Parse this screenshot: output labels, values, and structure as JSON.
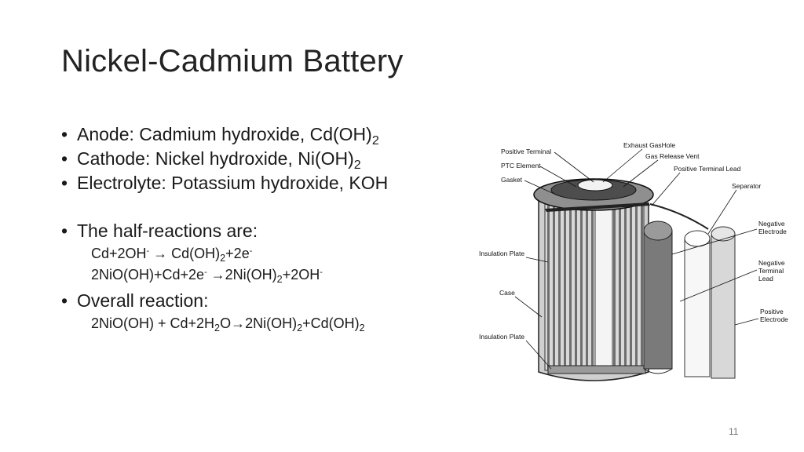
{
  "slide": {
    "title": "Nickel-Cadmium Battery",
    "page_number": "11"
  },
  "bullets": {
    "anode": {
      "text": "Anode: Cadmium hydroxide, Cd(OH)",
      "sub": "2"
    },
    "cathode": {
      "text": "Cathode: Nickel hydroxide, Ni(OH)",
      "sub": "2"
    },
    "electrolyte": {
      "text": "Electrolyte: Potassium hydroxide, KOH"
    },
    "half_reactions": {
      "text": "The half-reactions are:"
    },
    "overall": {
      "text": "Overall reaction:"
    }
  },
  "reactions": {
    "r1": {
      "a": "Cd+2OH",
      "sup1": "-",
      "b": " → Cd(OH)",
      "sub1": "2",
      "c": "+2e",
      "sup2": "-"
    },
    "r2": {
      "a": "2NiO(OH)+Cd+2e",
      "sup1": "-",
      "b": " →2Ni(OH)",
      "sub1": "2",
      "c": "+2OH",
      "sup2": "-"
    },
    "r3": {
      "a": "2NiO(OH) + Cd+2H",
      "sub1": "2",
      "b": "O→2Ni(OH)",
      "sub2": "2",
      "c": "+Cd(OH)",
      "sub3": "2"
    }
  },
  "diagram": {
    "labels": {
      "positive_terminal": "Positive Terminal",
      "ptc_element": "PTC Element",
      "gasket": "Gasket",
      "exhaust_gas_hole": "Exhaust GasHole",
      "gas_release_vent": "Gas Release Vent",
      "positive_terminal_lead": "Positive Terminal Lead",
      "separator": "Separator",
      "negative_electrode_1": "Negative",
      "negative_electrode_2": "Electrode",
      "negative_terminal_lead_1": "Negative",
      "negative_terminal_lead_2": "Terminal",
      "negative_terminal_lead_3": "Lead",
      "insulation_plate_top": "Insulation Plate",
      "case": "Case",
      "positive_electrode_1": "Positive",
      "positive_electrode_2": "Electrode",
      "insulation_plate_bottom": "Insulation Plate"
    }
  }
}
